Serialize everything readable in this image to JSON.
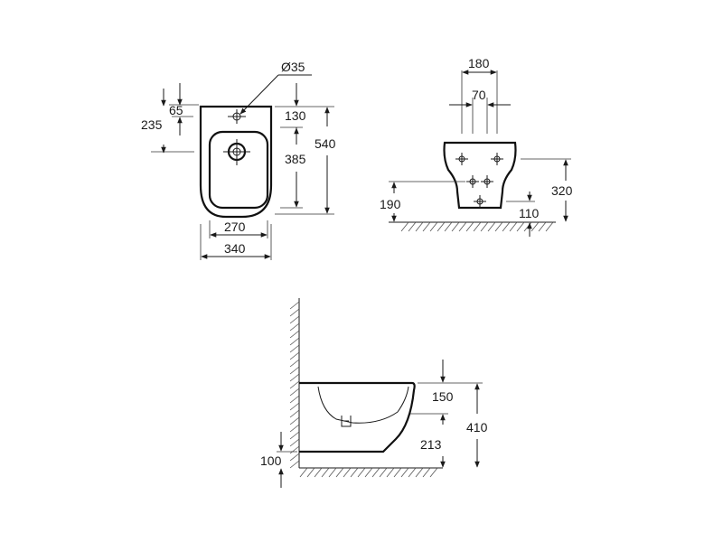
{
  "top_view": {
    "dims": {
      "hole_diameter": "Ø35",
      "hole_offset": "65",
      "fixing_height": "235",
      "rim_to_drain": "130",
      "bowl_length": "385",
      "total_length": "540",
      "bowl_width": "270",
      "total_width": "340"
    }
  },
  "rear_view": {
    "dims": {
      "outer_bolt_spacing": "180",
      "inner_bolt_spacing": "70",
      "lower_bolt_height": "190",
      "upper_bolt_height": "320",
      "waste_height": "110"
    }
  },
  "side_view": {
    "dims": {
      "rim_to_waste": "150",
      "waste_height": "213",
      "rim_height": "410",
      "base_gap": "100"
    }
  },
  "colors": {
    "line": "#1a1a1a",
    "hatch": "#555555",
    "background": "#ffffff"
  }
}
